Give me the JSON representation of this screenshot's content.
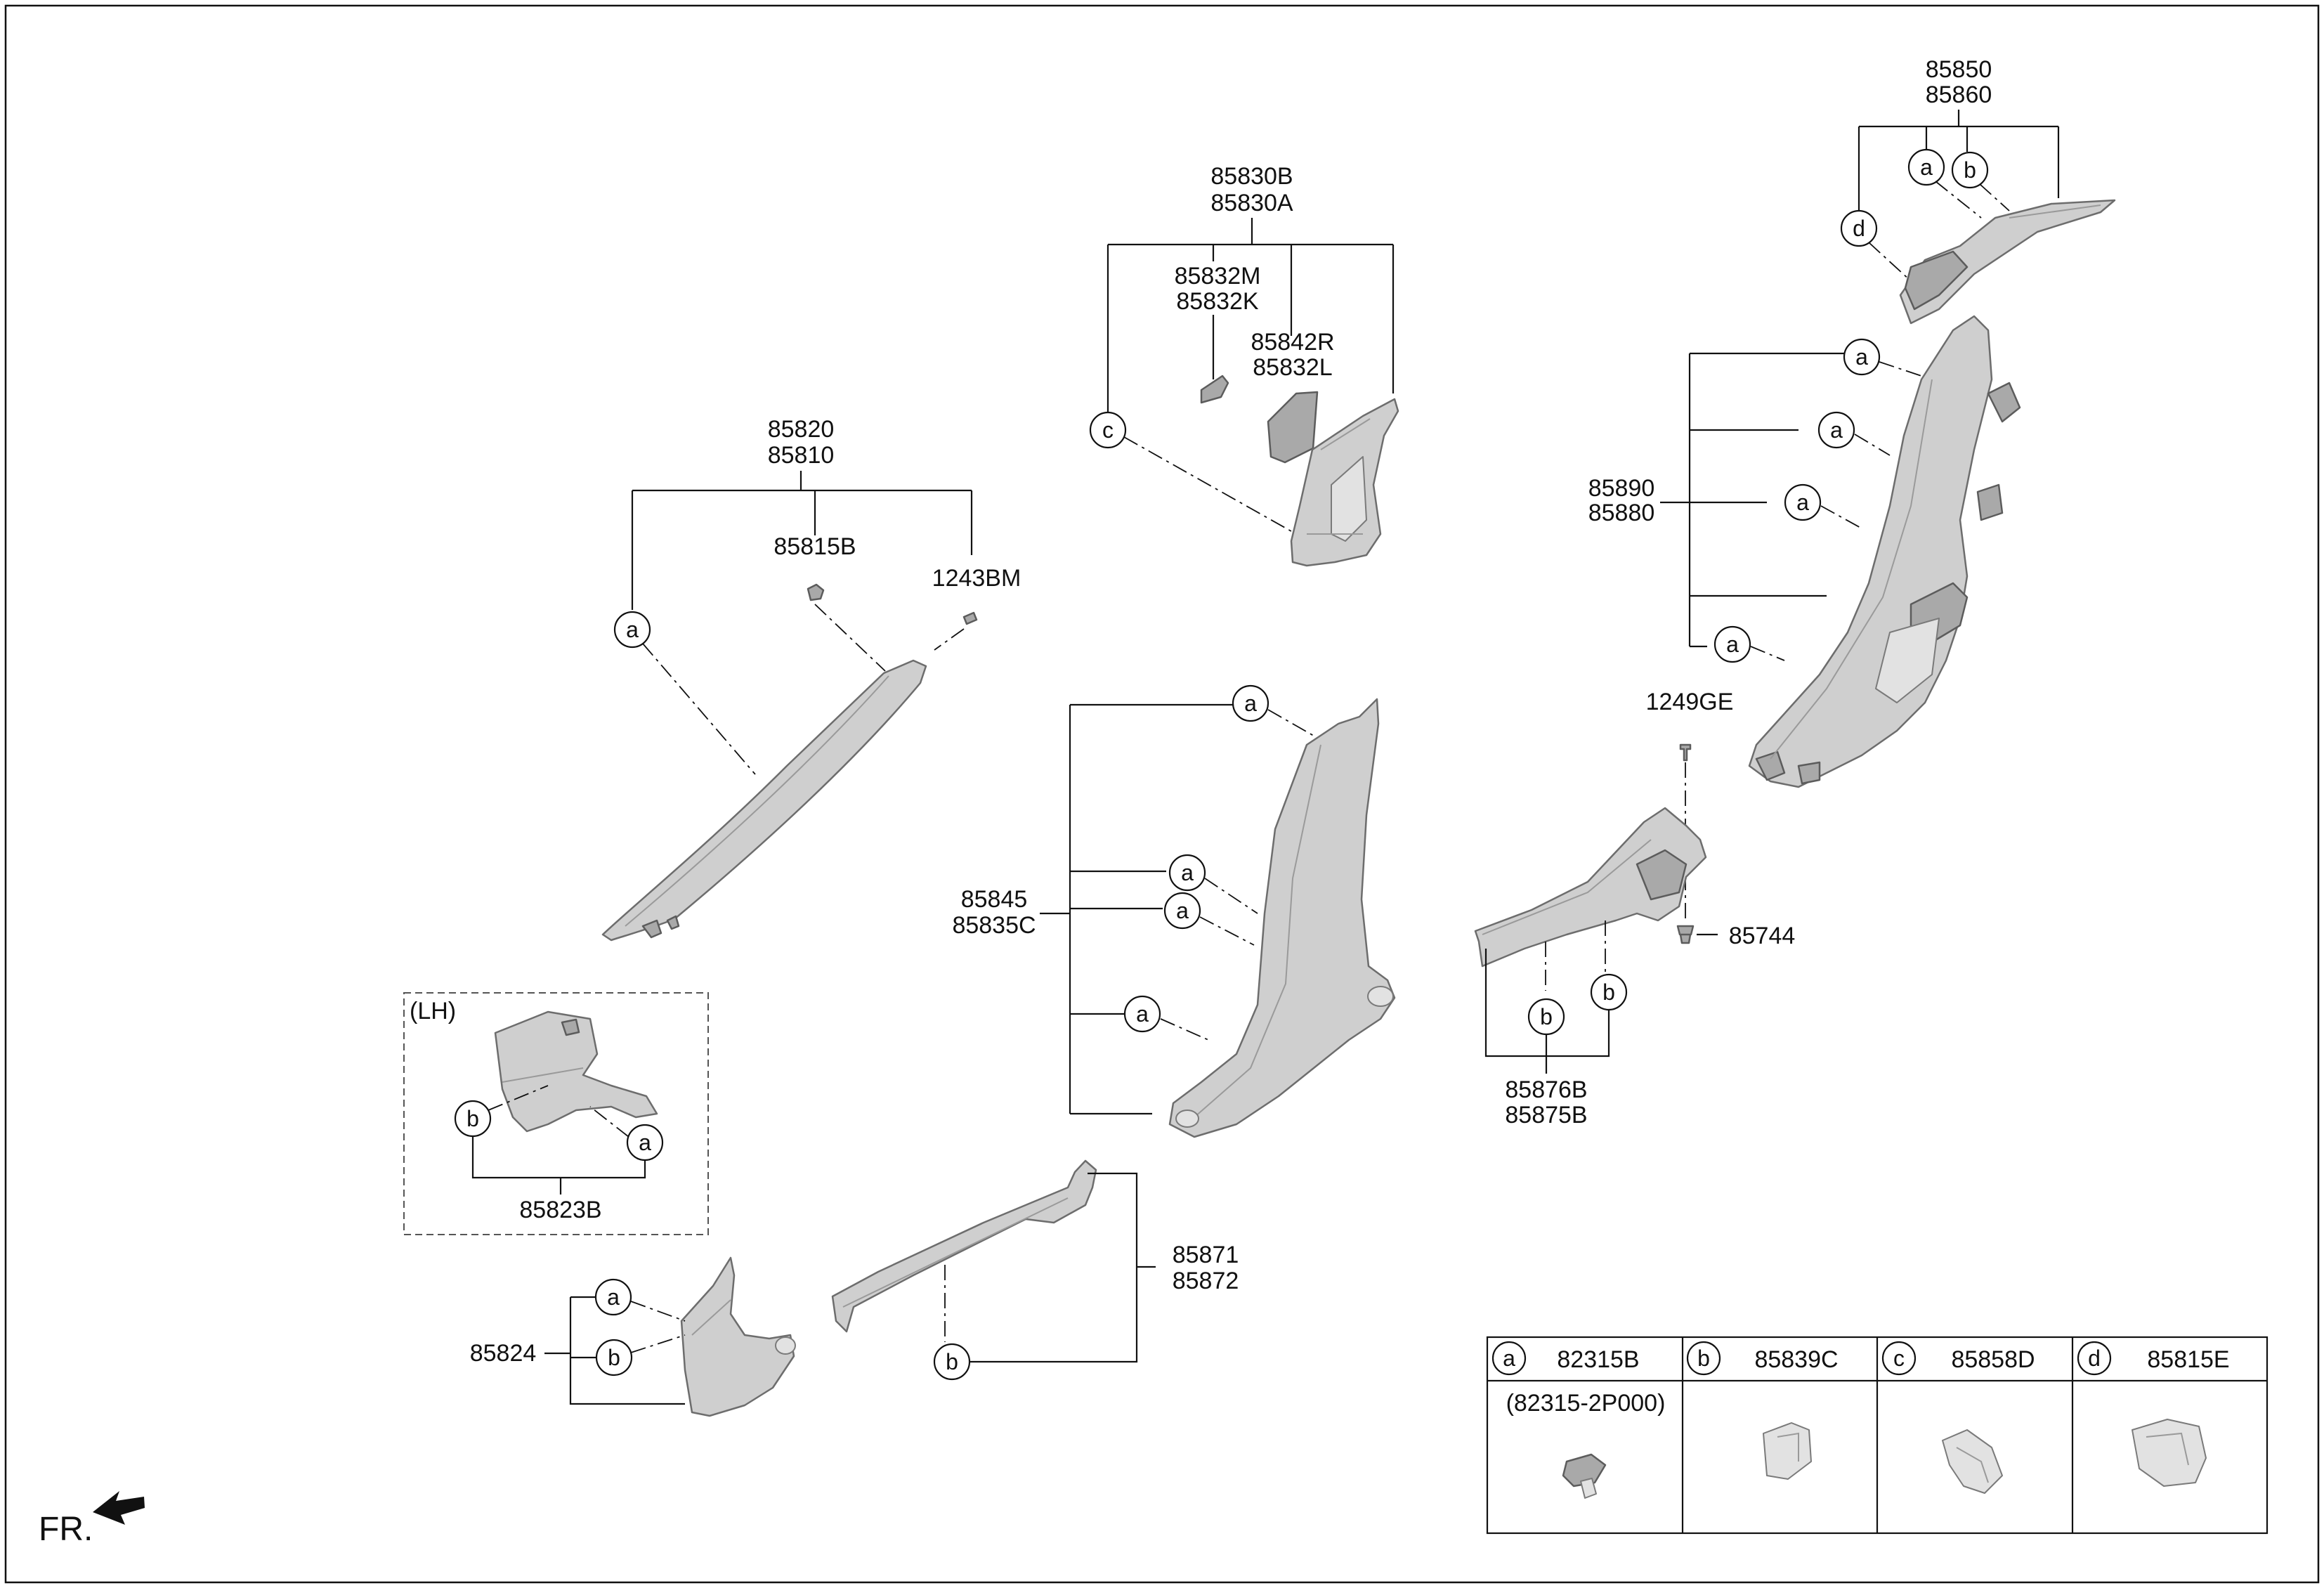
{
  "parts": {
    "a_pillar": [
      "85820",
      "85810"
    ],
    "a_pillar_clip": "85815B",
    "a_pillar_screw": "1243BM",
    "b_pillar_upper": [
      "85830B",
      "85830A"
    ],
    "b_pillar_upper_sub1": [
      "85832M",
      "85832K"
    ],
    "b_pillar_upper_sub2": [
      "85842R",
      "85832L"
    ],
    "c_pillar_top": [
      "85850",
      "85860"
    ],
    "rear_quarter": [
      "85890",
      "85880"
    ],
    "screw_1249": "1249GE",
    "b_pillar_lower": [
      "85845",
      "85835C"
    ],
    "fastener_85744": "85744",
    "scuff_rear": [
      "85876B",
      "85875B"
    ],
    "lh_bracket": "85823B",
    "cowl_side": "85824",
    "scuff_front": [
      "85871",
      "85872"
    ]
  },
  "lh_label": "(LH)",
  "fr_label": "FR.",
  "legend": [
    {
      "letter": "a",
      "part": "82315B",
      "note": "(82315-2P000)"
    },
    {
      "letter": "b",
      "part": "85839C",
      "note": ""
    },
    {
      "letter": "c",
      "part": "85858D",
      "note": ""
    },
    {
      "letter": "d",
      "part": "85815E",
      "note": ""
    }
  ]
}
